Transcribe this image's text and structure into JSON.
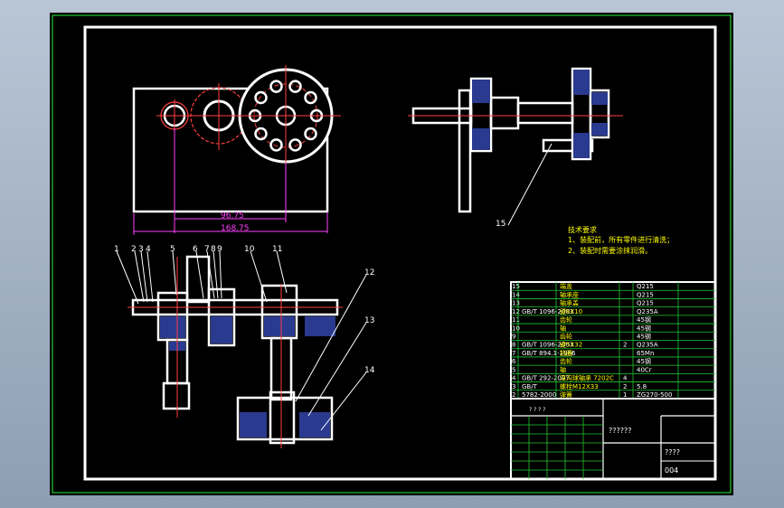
{
  "dimensions": {
    "center_distance_1": "96.75",
    "center_distance_2": "168.75"
  },
  "balloons": [
    "1",
    "2",
    "3",
    "4",
    "5",
    "6",
    "7",
    "8",
    "9",
    "10",
    "11",
    "12",
    "13",
    "14",
    "15"
  ],
  "technical_requirements": {
    "title": "技术要求",
    "line1": "1、装配前，所有零件进行清洗；",
    "line2": "2、装配时需要涂抹润滑。"
  },
  "parts_list": [
    {
      "no": "15",
      "code": "",
      "name": "端盖",
      "qty": "",
      "material": "Q215"
    },
    {
      "no": "14",
      "code": "",
      "name": "轴承座",
      "qty": "",
      "material": "Q215"
    },
    {
      "no": "13",
      "code": "",
      "name": "轴承盖",
      "qty": "",
      "material": "Q215"
    },
    {
      "no": "12",
      "code": "GB/T 1096-2003",
      "name": "键8X10",
      "qty": "",
      "material": "Q235A"
    },
    {
      "no": "11",
      "code": "",
      "name": "齿轮",
      "qty": "",
      "material": "45钢"
    },
    {
      "no": "10",
      "code": "",
      "name": "轴",
      "qty": "",
      "material": "45钢"
    },
    {
      "no": "9",
      "code": "",
      "name": "齿轮",
      "qty": "",
      "material": "45钢"
    },
    {
      "no": "8",
      "code": "GB/T 1096-2003",
      "name": "键5X32",
      "qty": "2",
      "material": "Q235A"
    },
    {
      "no": "7",
      "code": "GB/T 894.1-1986",
      "name": "挡圈",
      "qty": "",
      "material": "65Mn"
    },
    {
      "no": "6",
      "code": "",
      "name": "齿轮",
      "qty": "",
      "material": "45钢"
    },
    {
      "no": "5",
      "code": "",
      "name": "轴",
      "qty": "",
      "material": "40Cr"
    },
    {
      "no": "4",
      "code": "GB/T 292-2007",
      "name": "深沟球轴承 7202C",
      "qty": "4",
      "material": ""
    },
    {
      "no": "3",
      "code": "GB/T",
      "name": "螺栓M12X33",
      "qty": "2",
      "material": "5.8"
    },
    {
      "no": "2",
      "code": "5782-2000",
      "name": "弹簧",
      "qty": "1",
      "material": "ZG270-500"
    }
  ],
  "title_block": {
    "drawing_name": "??????",
    "company": "????",
    "drawing_number": "004",
    "sheet_marks": "? ? ? ?"
  }
}
